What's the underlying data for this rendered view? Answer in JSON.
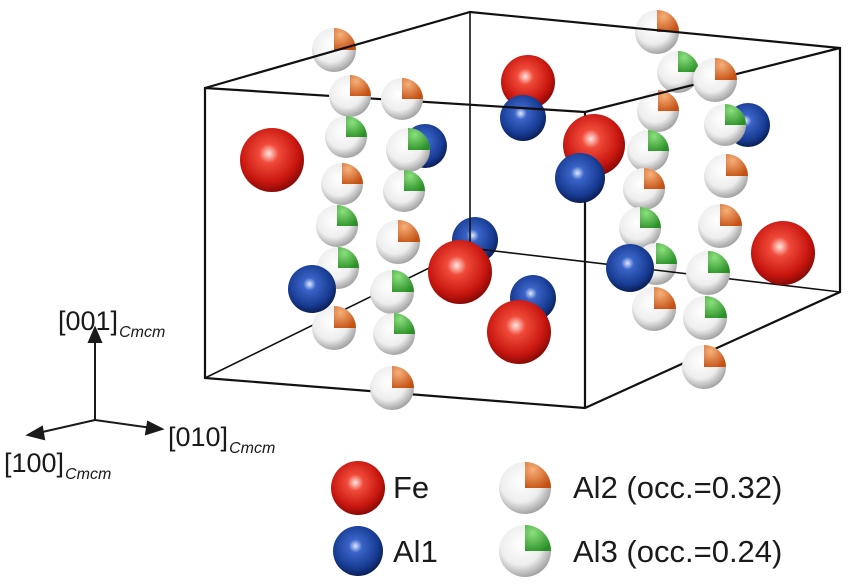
{
  "axes": {
    "c": {
      "label": "[001]",
      "sub": "Cmcm"
    },
    "b": {
      "label": "[010]",
      "sub": "Cmcm"
    },
    "a": {
      "label": "[100]",
      "sub": "Cmcm"
    }
  },
  "legend": {
    "fe": "Fe",
    "al1": "Al1",
    "al2": "Al2 (occ.=0.32)",
    "al3": "Al3 (occ.=0.24)"
  },
  "colors": {
    "fe": "#d8201a",
    "al1": "#1c3f9e",
    "al2_wedge": "#e46a22",
    "al3_wedge": "#3fae3a",
    "sphere_white": "#f4f4f4",
    "frame": "#111111"
  }
}
